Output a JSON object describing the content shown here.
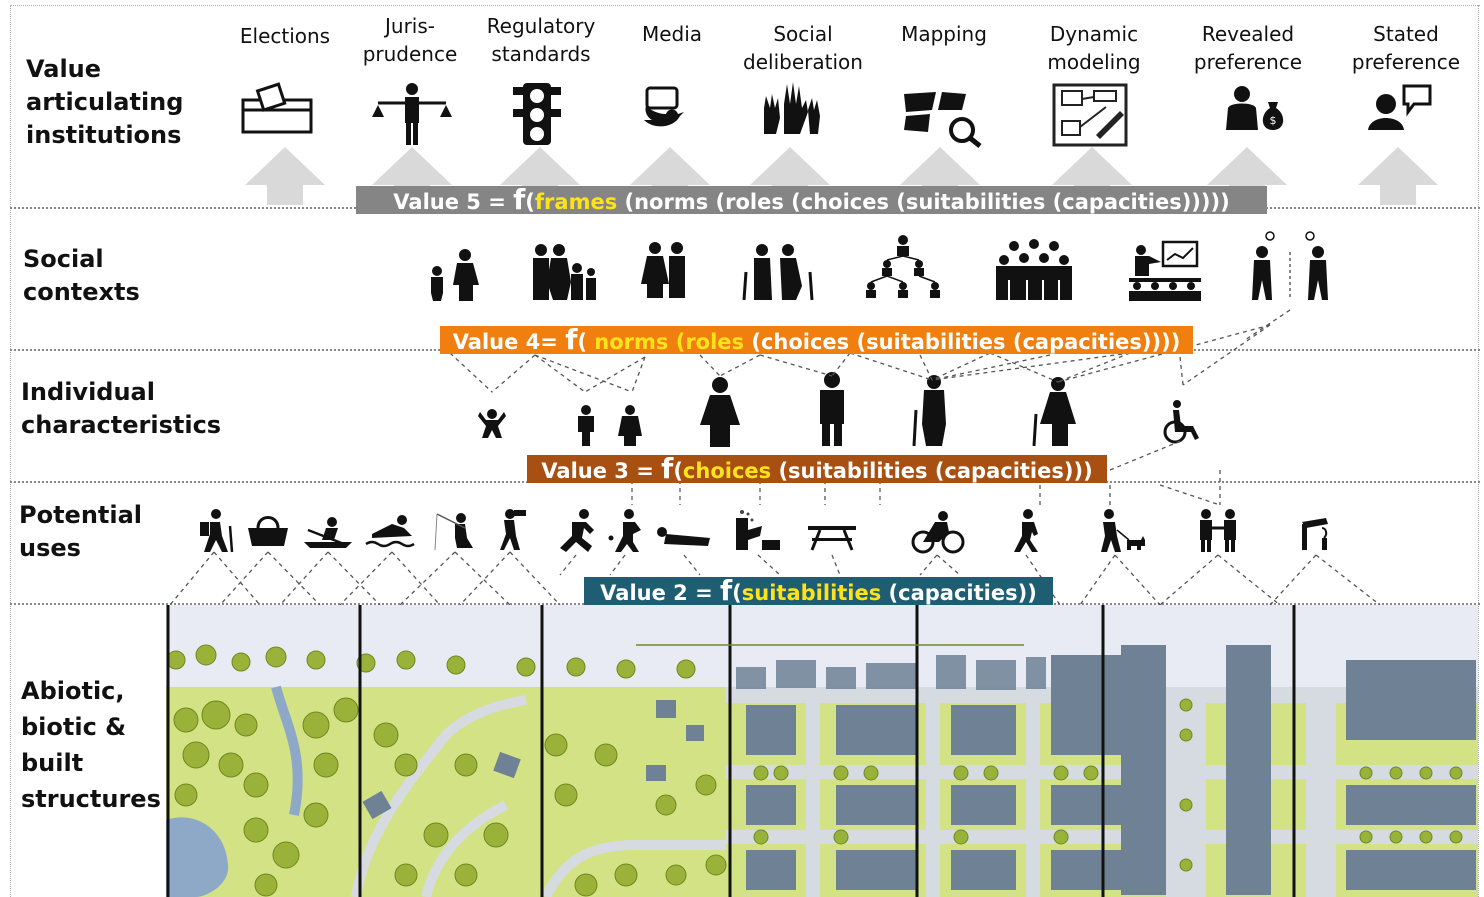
{
  "rows": {
    "institutions": "Value\narticulating\ninstitutions",
    "social": "Social\ncontexts",
    "individual": "Individual\ncharacteristics",
    "uses": "Potential\nuses",
    "structures": "Abiotic,\nbiotic &\nbuilt\nstructures"
  },
  "institutions": [
    {
      "label": "Elections",
      "icon": "ballot-box-icon"
    },
    {
      "label": "Juris-\nprudence",
      "icon": "scales-of-justice-icon"
    },
    {
      "label": "Regulatory\nstandards",
      "icon": "traffic-light-icon"
    },
    {
      "label": "Media",
      "icon": "twitter-bird-icon"
    },
    {
      "label": "Social\ndeliberation",
      "icon": "raised-hands-icon"
    },
    {
      "label": "Mapping",
      "icon": "map-magnifier-icon"
    },
    {
      "label": "Dynamic\nmodeling",
      "icon": "modeling-screen-icon"
    },
    {
      "label": "Revealed\npreference",
      "icon": "person-money-bag-icon"
    },
    {
      "label": "Stated\npreference",
      "icon": "person-speech-bubble-icon"
    }
  ],
  "banners": {
    "value5": {
      "pre": "Value 5 = ",
      "f": "f",
      "open": "(",
      "hl": "frames",
      "post": " (norms (roles (choices (suitabilities (capacities)))))",
      "color": "#858585"
    },
    "value4": {
      "pre": "Value 4= ",
      "f": "f",
      "open": "( ",
      "hl": "norms (roles",
      "post": " (choices (suitabilities (capacities))))",
      "color": "#f07f0f"
    },
    "value3": {
      "pre": "Value 3 = ",
      "f": "f",
      "open": "(",
      "hl": "choices",
      "post": " (suitabilities (capacities)))",
      "color": "#a84f12"
    },
    "value2": {
      "pre": "Value 2 = ",
      "f": "f",
      "open": "(",
      "hl": "suitabilities",
      "post": " (capacities))",
      "color": "#1f5e72"
    }
  },
  "social_icons": [
    "parent-child-icon",
    "family-icon",
    "couple-icon",
    "elderly-couple-icon",
    "hierarchy-icon",
    "crowd-icon",
    "classroom-icon",
    "conflict-icon"
  ],
  "individual_icons": [
    "toddler-icon",
    "children-icon",
    "woman-icon",
    "man-icon",
    "elderly-man-icon",
    "elderly-woman-icon",
    "wheelchair-icon"
  ],
  "use_icons": [
    "hiker-icon",
    "picnic-basket-icon",
    "rowing-icon",
    "swimming-icon",
    "fishing-icon",
    "birdwatching-icon",
    "running-icon",
    "dancing-icon",
    "sunbathing-icon",
    "gardening-icon",
    "picnic-table-icon",
    "cycling-icon",
    "walking-icon",
    "dog-walking-icon",
    "socializing-icon",
    "water-fountain-icon"
  ],
  "colors": {
    "green": "#d3e284",
    "tree": "#9ab23a",
    "road": "#d5dbe0",
    "building": "#6f8295",
    "water": "#8ea9c7",
    "sky": "#e8eaf4"
  }
}
